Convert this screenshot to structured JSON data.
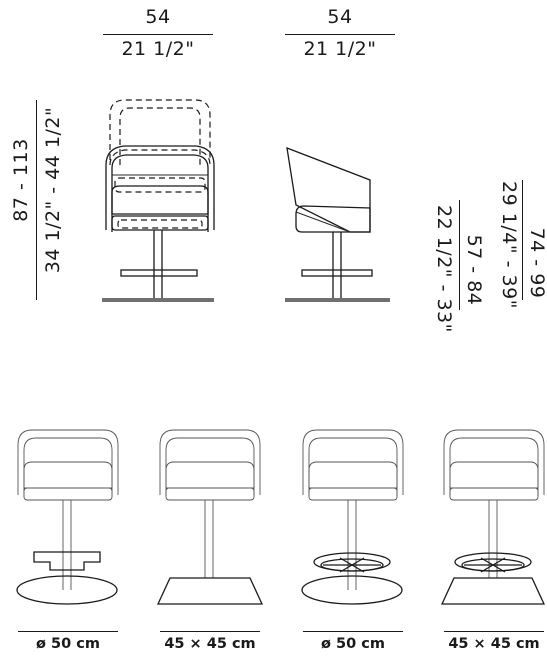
{
  "top_dims": {
    "front_width_cm": "54",
    "front_width_in": "21 1/2\"",
    "side_width_cm": "54",
    "side_width_in": "21 1/2\""
  },
  "height_dims": {
    "overall_cm": "87 - 113",
    "overall_in": "34 1/2\" - 44 1/2\"",
    "arm_cm": "74 - 99",
    "arm_in": "29 1/4\" - 39\"",
    "seat_cm": "57 - 84",
    "seat_in": "22 1/2\" - 33\""
  },
  "variants": [
    {
      "caption": "ø 50 cm",
      "base": "round",
      "footrest": "bar"
    },
    {
      "caption": "45 × 45 cm",
      "base": "square",
      "footrest": "none"
    },
    {
      "caption": "ø 50 cm",
      "base": "round",
      "footrest": "ring"
    },
    {
      "caption": "45 × 45 cm",
      "base": "square",
      "footrest": "ring"
    }
  ]
}
